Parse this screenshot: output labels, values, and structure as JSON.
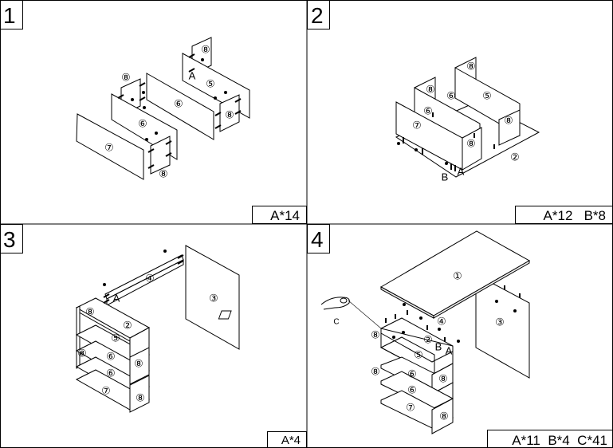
{
  "steps": [
    {
      "number": "1",
      "hardware": "A*14",
      "parts": [
        "⑧",
        "⑤",
        "⑧",
        "⑥",
        "⑧",
        "⑥",
        "⑦",
        "⑧"
      ],
      "letters": [
        "A"
      ]
    },
    {
      "number": "2",
      "hardware": "A*12   B*8",
      "parts": [
        "⑧",
        "⑧",
        "⑥",
        "⑤",
        "⑥",
        "⑧",
        "⑦",
        "⑧",
        "②"
      ],
      "letters": [
        "A",
        "B"
      ]
    },
    {
      "number": "3",
      "hardware": "A*4",
      "parts": [
        "④",
        "③",
        "⑧",
        "②",
        "⑤",
        "⑧",
        "⑥",
        "⑧",
        "⑥",
        "⑦",
        "⑧"
      ],
      "letters": [
        "A"
      ]
    },
    {
      "number": "4",
      "hardware": "A*11  B*4  C*41",
      "parts": [
        "①",
        "④",
        "③",
        "⑧",
        "②",
        "⑤",
        "⑧",
        "⑥",
        "⑧",
        "⑥",
        "⑦",
        "⑧"
      ],
      "letters": [
        "B",
        "A",
        "C"
      ]
    }
  ]
}
